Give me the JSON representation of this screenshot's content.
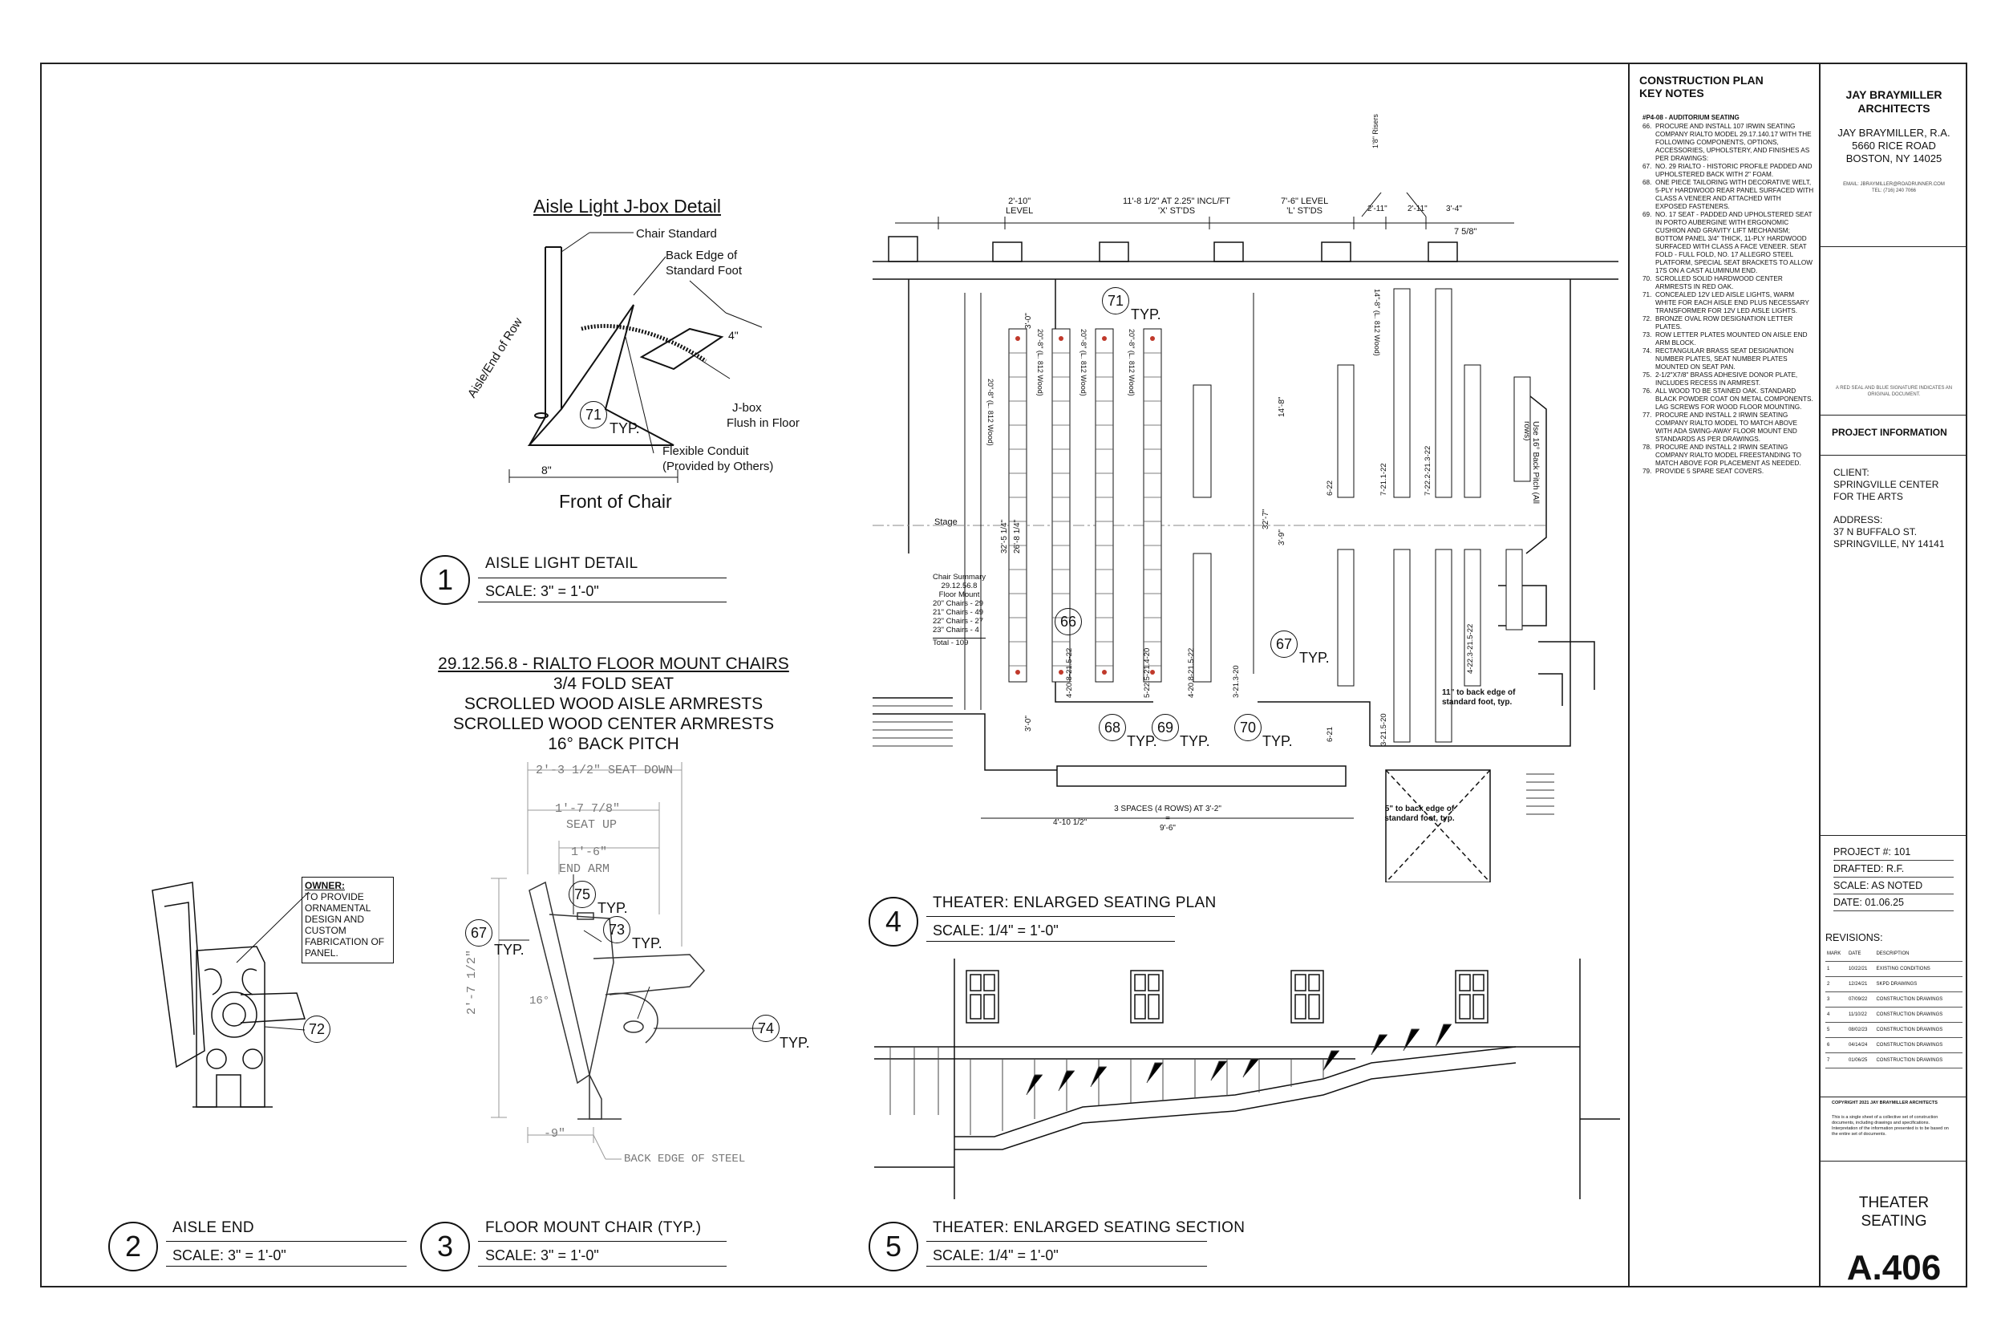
{
  "detail1": {
    "heading": "Aisle Light J-box Detail",
    "callouts": [
      "Chair Standard",
      "Back Edge of",
      "Standard Foot",
      "J-box",
      "Flush in Floor",
      "Flexible Conduit",
      "(Provided by Others)",
      "Aisle/End of Row",
      "TYP.",
      "4\"",
      "8\""
    ],
    "bottom": "Front of Chair",
    "keynote": "71",
    "number": "1",
    "title": "AISLE LIGHT DETAIL",
    "scale_prefix": "SCALE:",
    "scale": "3\" = 1'-0\""
  },
  "spec": {
    "line1": "29.12.56.8 - RIALTO FLOOR MOUNT CHAIRS",
    "line2": "3/4 FOLD SEAT",
    "line3": "SCROLLED WOOD AISLE ARMRESTS",
    "line4": "SCROLLED WOOD CENTER ARMRESTS",
    "line5": "16° BACK PITCH"
  },
  "detail2": {
    "owner_heading": "OWNER:",
    "owner_note": "TO PROVIDE ORNAMENTAL DESIGN AND CUSTOM FABRICATION OF PANEL.",
    "keynote": "72",
    "number": "2",
    "title": "AISLE END",
    "scale_prefix": "SCALE:",
    "scale": "3\" = 1'-0\""
  },
  "detail3": {
    "dims": [
      "2'-3 1/2\" SEAT DOWN",
      "1'-7 7/8\"",
      "SEAT UP",
      "1'-6\"",
      "END ARM",
      "2'-7 1/2\"",
      "-9\"",
      "BACK EDGE OF STEEL",
      "16°"
    ],
    "keynotes": [
      "67",
      "75",
      "73",
      "74"
    ],
    "typ": "TYP.",
    "number": "3",
    "title": "FLOOR MOUNT CHAIR (TYP.)",
    "scale_prefix": "SCALE:",
    "scale": "3\" = 1'-0\""
  },
  "detail4": {
    "top_dims": [
      "2'-10\"",
      "LEVEL",
      "11'-8 1/2\" AT 2.25\" INCL/FT",
      "'X' ST'DS",
      "7'-6\" LEVEL",
      "'L' ST'DS",
      "2'-11\"",
      "2'-11\"",
      "3'-4\"",
      "1'8\" Risers",
      "7 5/8\""
    ],
    "side_dims": [
      "3'-0\"",
      "32'-5 1/4\"",
      "26'-8 1/4\"",
      "3'-0\"",
      "14'-8\"",
      "32'-7\"",
      "3'-9\""
    ],
    "bottom_dims": [
      "4'-10 1/2\"",
      "3 SPACES (4 ROWS) AT 3'-2\" =",
      "9'-6\""
    ],
    "notes": [
      "11\" to back edge of standard foot, typ.",
      "5\" to back edge of standard foot, typ.",
      "Use 16° Back Pitch (All rows)"
    ],
    "stage": "Stage",
    "summary_title": "Chair Summary",
    "summary_sub": "29.12.56.8",
    "summary_sub2": "Floor Mount",
    "summary": [
      {
        "label": "20\" Chairs -",
        "value": "29"
      },
      {
        "label": "21\" Chairs -",
        "value": "49"
      },
      {
        "label": "22\" Chairs -",
        "value": "27"
      },
      {
        "label": "23\" Chairs -",
        "value": "4"
      }
    ],
    "summary_total_label": "Total -",
    "summary_total": "109",
    "row_labels": [
      "20\"-8\" (L. 812 Wood)",
      "20\"-8\" (L. 812 Wood)",
      "20\"-8\" (L. 812 Wood)",
      "20\"-8\" (L. 812 Wood)",
      "14\"-8\" (L. 812 Wood)"
    ],
    "row_formulas": [
      "4-20.8-21.5-22",
      "5-22.5-21.4-20",
      "4-20.8-21.5-22",
      "3-21.3-20",
      "6-22",
      "7-21.1-22",
      "3-21.5-20",
      "4-22.3-21.5-22",
      "6-21",
      "7-22.2-21.3-22"
    ],
    "keynotes": [
      "71",
      "66",
      "67",
      "68",
      "69",
      "70"
    ],
    "typ": "TYP.",
    "number": "4",
    "title": "THEATER: ENLARGED SEATING PLAN",
    "scale_prefix": "SCALE:",
    "scale": "1/4\" = 1'-0\""
  },
  "detail5": {
    "number": "5",
    "title": "THEATER: ENLARGED SEATING SECTION",
    "scale_prefix": "SCALE:",
    "scale": "1/4\" = 1'-0\""
  },
  "keynotes": {
    "title_line1": "CONSTRUCTION PLAN",
    "title_line2": "KEY NOTES",
    "section": "#P4-08 - AUDITORIUM SEATING",
    "items": [
      {
        "n": "66.",
        "text": "PROCURE AND INSTALL 107 IRWIN SEATING COMPANY RIALTO MODEL 29.17.140.17 WITH THE FOLLOWING COMPONENTS, OPTIONS, ACCESSORIES, UPHOLSTERY, AND FINISHES AS PER DRAWINGS:"
      },
      {
        "n": "67.",
        "text": "NO. 29 RIALTO - HISTORIC PROFILE PADDED AND UPHOLSTERED BACK WITH 2\" FOAM."
      },
      {
        "n": "68.",
        "text": "ONE PIECE TAILORING WITH DECORATIVE WELT, 5-PLY HARDWOOD REAR PANEL SURFACED WITH CLASS A VENEER AND ATTACHED WITH EXPOSED FASTENERS."
      },
      {
        "n": "69.",
        "text": "NO. 17 SEAT - PADDED AND UPHOLSTERED SEAT IN PORTO AUBERGINE WITH ERGONOMIC CUSHION AND GRAVITY LIFT MECHANISM; BOTTOM PANEL 3/4\" THICK, 11-PLY HARDWOOD SURFACED WITH CLASS A FACE VENEER. SEAT FOLD - FULL FOLD, NO. 17 ALLEGRO STEEL PLATFORM, SPECIAL SEAT BRACKETS TO ALLOW 17S ON A CAST ALUMINUM END."
      },
      {
        "n": "70.",
        "text": "SCROLLED SOLID HARDWOOD CENTER ARMRESTS IN RED OAK."
      },
      {
        "n": "71.",
        "text": "CONCEALED 12V LED AISLE LIGHTS, WARM WHITE FOR EACH AISLE END PLUS NECESSARY TRANSFORMER FOR 12V LED AISLE LIGHTS."
      },
      {
        "n": "72.",
        "text": "BRONZE OVAL ROW DESIGNATION LETTER PLATES."
      },
      {
        "n": "73.",
        "text": "ROW LETTER PLATES MOUNTED ON AISLE END ARM BLOCK."
      },
      {
        "n": "74.",
        "text": "RECTANGULAR BRASS SEAT DESIGNATION NUMBER PLATES, SEAT NUMBER PLATES MOUNTED ON SEAT PAN."
      },
      {
        "n": "75.",
        "text": "2-1/2\"X7/8\" BRASS ADHESIVE DONOR PLATE, INCLUDES RECESS IN ARMREST."
      },
      {
        "n": "76.",
        "text": "ALL WOOD TO BE STAINED OAK. STANDARD BLACK POWDER COAT ON METAL COMPONENTS. LAG SCREWS FOR WOOD FLOOR MOUNTING."
      },
      {
        "n": "77.",
        "text": "PROCURE AND INSTALL 2 IRWIN SEATING COMPANY RIALTO MODEL TO MATCH ABOVE WITH ADA SWING-AWAY FLOOR MOUNT END STANDARDS AS PER DRAWINGS."
      },
      {
        "n": "78.",
        "text": "PROCURE AND INSTALL 2 IRWIN SEATING COMPANY RIALTO MODEL FREESTANDING TO MATCH ABOVE FOR PLACEMENT AS NEEDED."
      },
      {
        "n": "79.",
        "text": "PROVIDE 5 SPARE SEAT COVERS."
      }
    ]
  },
  "titleblock": {
    "firm_line1": "JAY BRAYMILLER",
    "firm_line2": "ARCHITECTS",
    "person": "JAY BRAYMILLER, R.A.",
    "addr1": "5660 RICE ROAD",
    "addr2": "BOSTON, NY 14025",
    "email": "EMAIL: JBRAYMILLER@ROADRUNNER.COM",
    "tel": "TEL: (716) 240 7066",
    "seal_note": "A RED SEAL AND BLUE SIGNATURE INDICATES AN ORIGINAL DOCUMENT.",
    "project_info_title": "PROJECT INFORMATION",
    "client_label": "CLIENT:",
    "client1": "SPRINGVILLE CENTER",
    "client2": "FOR THE ARTS",
    "address_label": "ADDRESS:",
    "address1": "37 N BUFFALO ST.",
    "address2": "SPRINGVILLE, NY 14141",
    "project_no": "PROJECT #: 101",
    "drafted": "DRAFTED: R.F.",
    "scale": "SCALE: AS NOTED",
    "date": "DATE: 01.06.25",
    "revisions_title": "REVISIONS:",
    "rev_head": [
      "MARK",
      "DATE",
      "DESCRIPTION"
    ],
    "revisions": [
      {
        "mark": "1",
        "date": "10/22/21",
        "desc": "EXISTING CONDITIONS"
      },
      {
        "mark": "2",
        "date": "12/24/21",
        "desc": "SKPD DRAWINGS"
      },
      {
        "mark": "3",
        "date": "07/09/22",
        "desc": "CONSTRUCTION DRAWINGS"
      },
      {
        "mark": "4",
        "date": "11/10/22",
        "desc": "CONSTRUCTION DRAWINGS"
      },
      {
        "mark": "5",
        "date": "08/02/23",
        "desc": "CONSTRUCTION DRAWINGS"
      },
      {
        "mark": "6",
        "date": "04/14/24",
        "desc": "CONSTRUCTION DRAWINGS"
      },
      {
        "mark": "7",
        "date": "01/06/25",
        "desc": "CONSTRUCTION DRAWINGS"
      }
    ],
    "copyright": "COPYRIGHT 2021 JAY BRAYMILLER ARCHITECTS",
    "disclaimer": "This is a single sheet of a collective set of construction documents, including drawings and specifications. Interpretation of the information presented is to be based on the entire set of documents.",
    "sheet_title1": "THEATER",
    "sheet_title2": "SEATING",
    "sheet_number": "A.406"
  }
}
